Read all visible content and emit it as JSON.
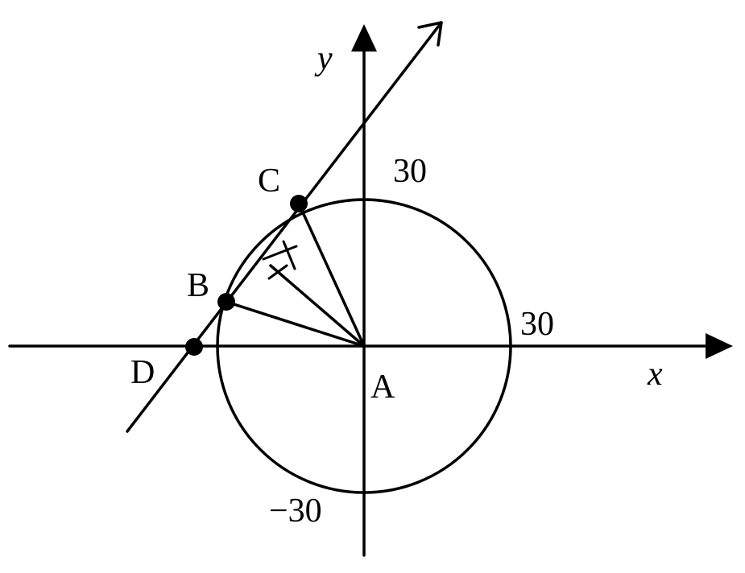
{
  "diagram": {
    "axes": {
      "x_label": "x",
      "y_label": "y"
    },
    "circle": {
      "center_label": "A",
      "radius": 30,
      "tick_labels": {
        "y_top": "30",
        "x_right": "30",
        "y_bottom": "−30"
      }
    },
    "points": [
      {
        "label": "C",
        "x": -13.5,
        "y": 26.8
      },
      {
        "label": "B",
        "x": -28.5,
        "y": 8.9
      },
      {
        "label": "D",
        "x": -35.0,
        "y": 0
      }
    ],
    "line": {
      "description_visible": false,
      "through": [
        "D",
        "B",
        "C"
      ]
    },
    "colors": {
      "ink": "#000000",
      "background": "#ffffff"
    }
  }
}
